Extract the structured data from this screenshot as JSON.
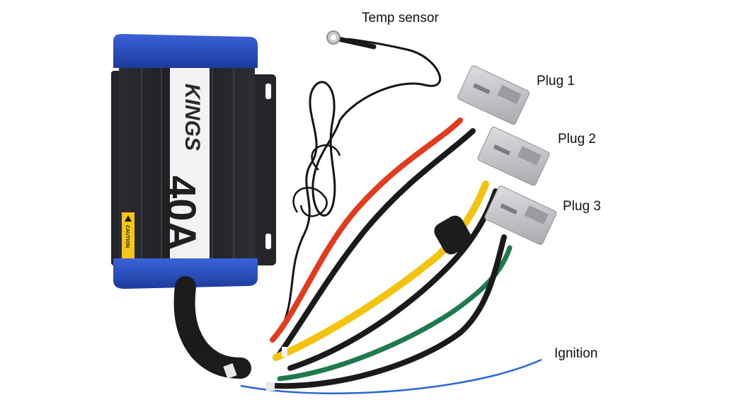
{
  "product": {
    "brand_text": "KINGS",
    "rating_text": "40A",
    "warning_text": "CAUTION"
  },
  "callouts": {
    "temp_sensor": "Temp sensor",
    "plug_1": "Plug 1",
    "plug_2": "Plug 2",
    "plug_3": "Plug 3",
    "ignition": "Ignition"
  },
  "colors": {
    "housing_blue": "#2346b8",
    "body_black": "#1e1f22",
    "wire_red": "#e23a1c",
    "wire_yellow": "#f2c40f",
    "wire_green": "#1e7a4c",
    "wire_black": "#1a1a1a",
    "wire_blue": "#2a66d6",
    "plug_grey": "#c7c8cc"
  }
}
